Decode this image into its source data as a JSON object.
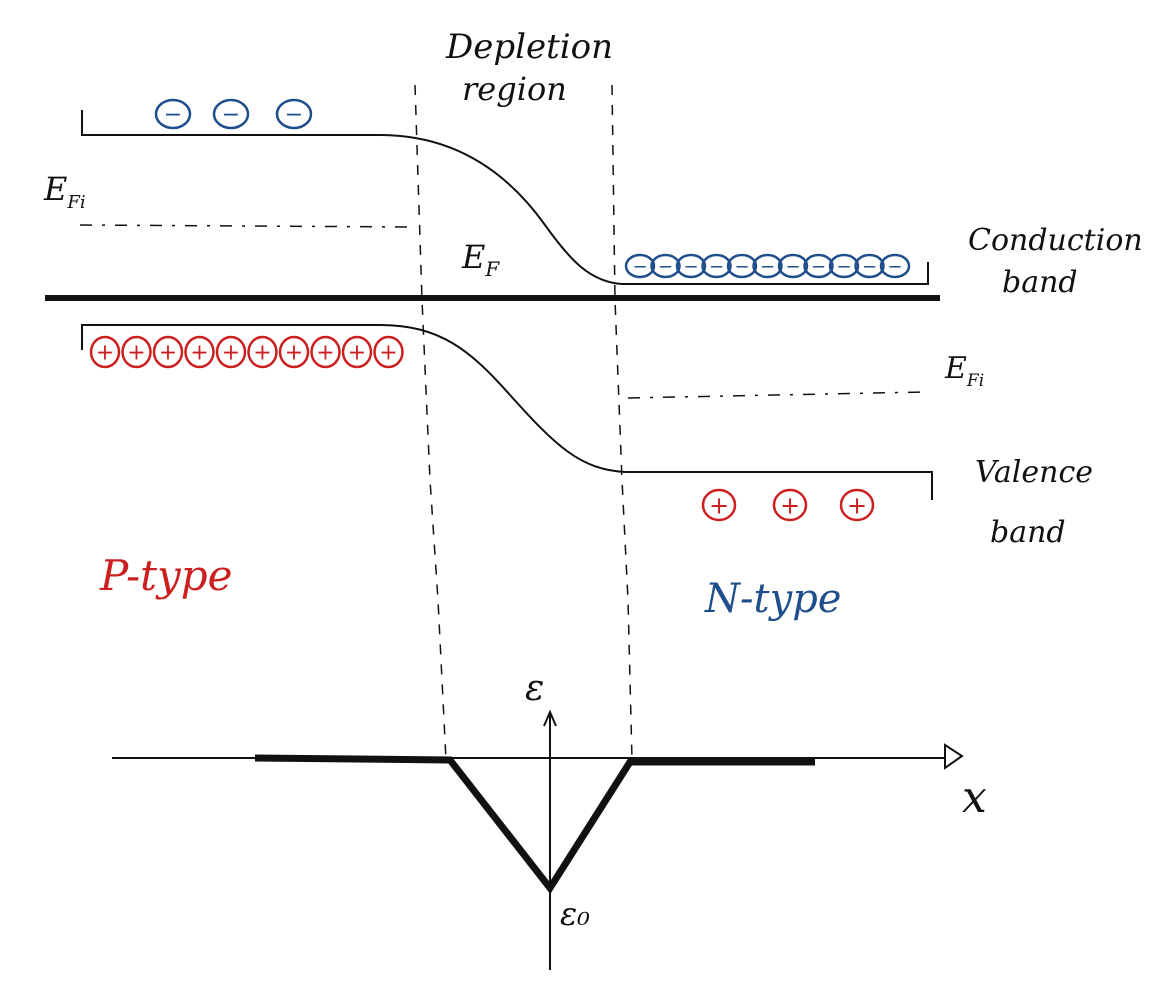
{
  "labels": {
    "depletion_line1": "Depletion",
    "depletion_line2": "region",
    "fermi_intrinsic_p": "E",
    "fermi_intrinsic_p_sub": "Fi",
    "fermi_level": "E",
    "fermi_level_sub": "F",
    "conduction_line1": "Conduction",
    "conduction_line2": "band",
    "fermi_intrinsic_n": "E",
    "fermi_intrinsic_n_sub": "Fi",
    "valence_line1": "Valence",
    "valence_line2": "band",
    "p_type": "P-type",
    "n_type": "N-type",
    "field_axis": "ε",
    "position_axis": "x",
    "field_min": "ε₀"
  },
  "carriers": {
    "electron_symbol": "−",
    "hole_symbol": "+",
    "p_side_electrons": 3,
    "p_side_holes": 10,
    "n_side_electrons": 11,
    "n_side_holes": 3
  },
  "colors": {
    "ink": "#111111",
    "electron": "#1f4e8c",
    "hole": "#cc1f1f",
    "p_type_label": "#cc1f1f",
    "n_type_label": "#1f4e8c"
  }
}
